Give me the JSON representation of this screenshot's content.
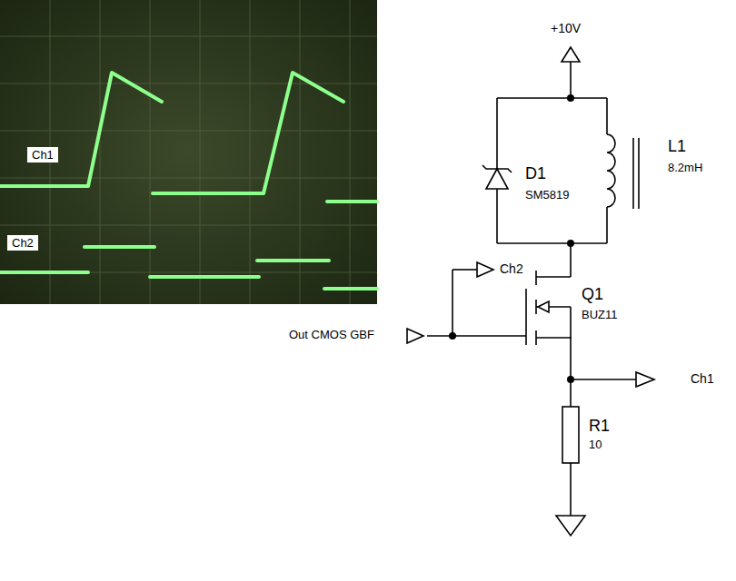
{
  "diagram": {
    "nodes": [
      {
        "text": [
          "Ch1"
        ]
      },
      {
        "text": [
          "Ch2"
        ]
      }
    ],
    "labels": [
      "+10V",
      "D1",
      "SM5819",
      "L1",
      "8.2mH",
      "Ch2",
      "Q1",
      "BUZ11",
      "Out CMOS GBF",
      "Ch1",
      "R1",
      "10"
    ]
  }
}
